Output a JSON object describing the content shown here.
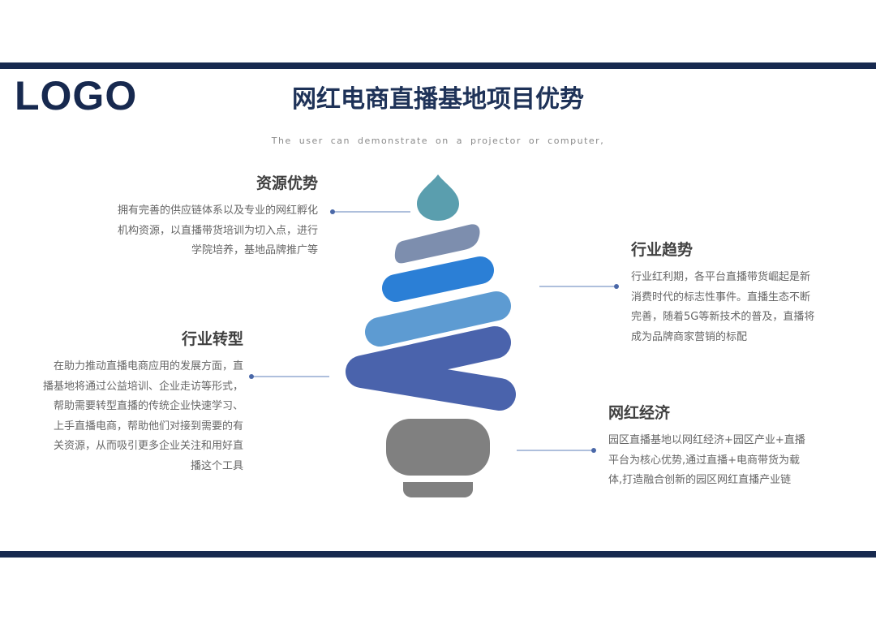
{
  "logo": "LOGO",
  "title": "网红电商直播基地项目优势",
  "subtitle": "The user can demonstrate on a projector or computer,",
  "items": [
    {
      "heading": "资源优势",
      "lines": [
        "拥有完善的供应链体系以及专业的网红孵化",
        "机构资源，以直播带货培训为切入点，进行",
        "学院培养，基地品牌推广等"
      ]
    },
    {
      "heading": "行业转型",
      "lines": [
        "在助力推动直播电商应用的发展方面，直",
        "播基地将通过公益培训、企业走访等形式，",
        "帮助需要转型直播的传统企业快速学习、",
        "上手直播电商，帮助他们对接到需要的有",
        "关资源，从而吸引更多企业关注和用好直",
        "播这个工具"
      ]
    },
    {
      "heading": "行业趋势",
      "lines": [
        "行业红利期，各平台直播带货崛起是新",
        "消费时代的标志性事件。直播生态不断",
        "完善，随着5G等新技术的普及，直播将",
        "成为品牌商家营销的标配"
      ]
    },
    {
      "heading": "网红经济",
      "lines": [
        "园区直播基地以网红经济+园区产业+直播",
        "平台为核心优势,通过直播+电商带货为载",
        "体,打造融合创新的园区网红直播产业链"
      ]
    }
  ],
  "colors": {
    "navy": "#17294f",
    "drop": "#5a9eae",
    "band1": "#7d8eae",
    "band2": "#2b7fd6",
    "band3": "#5d9bd2",
    "band4": "#4a63ac",
    "base": "#808080",
    "connector": "#5d7fb8"
  }
}
